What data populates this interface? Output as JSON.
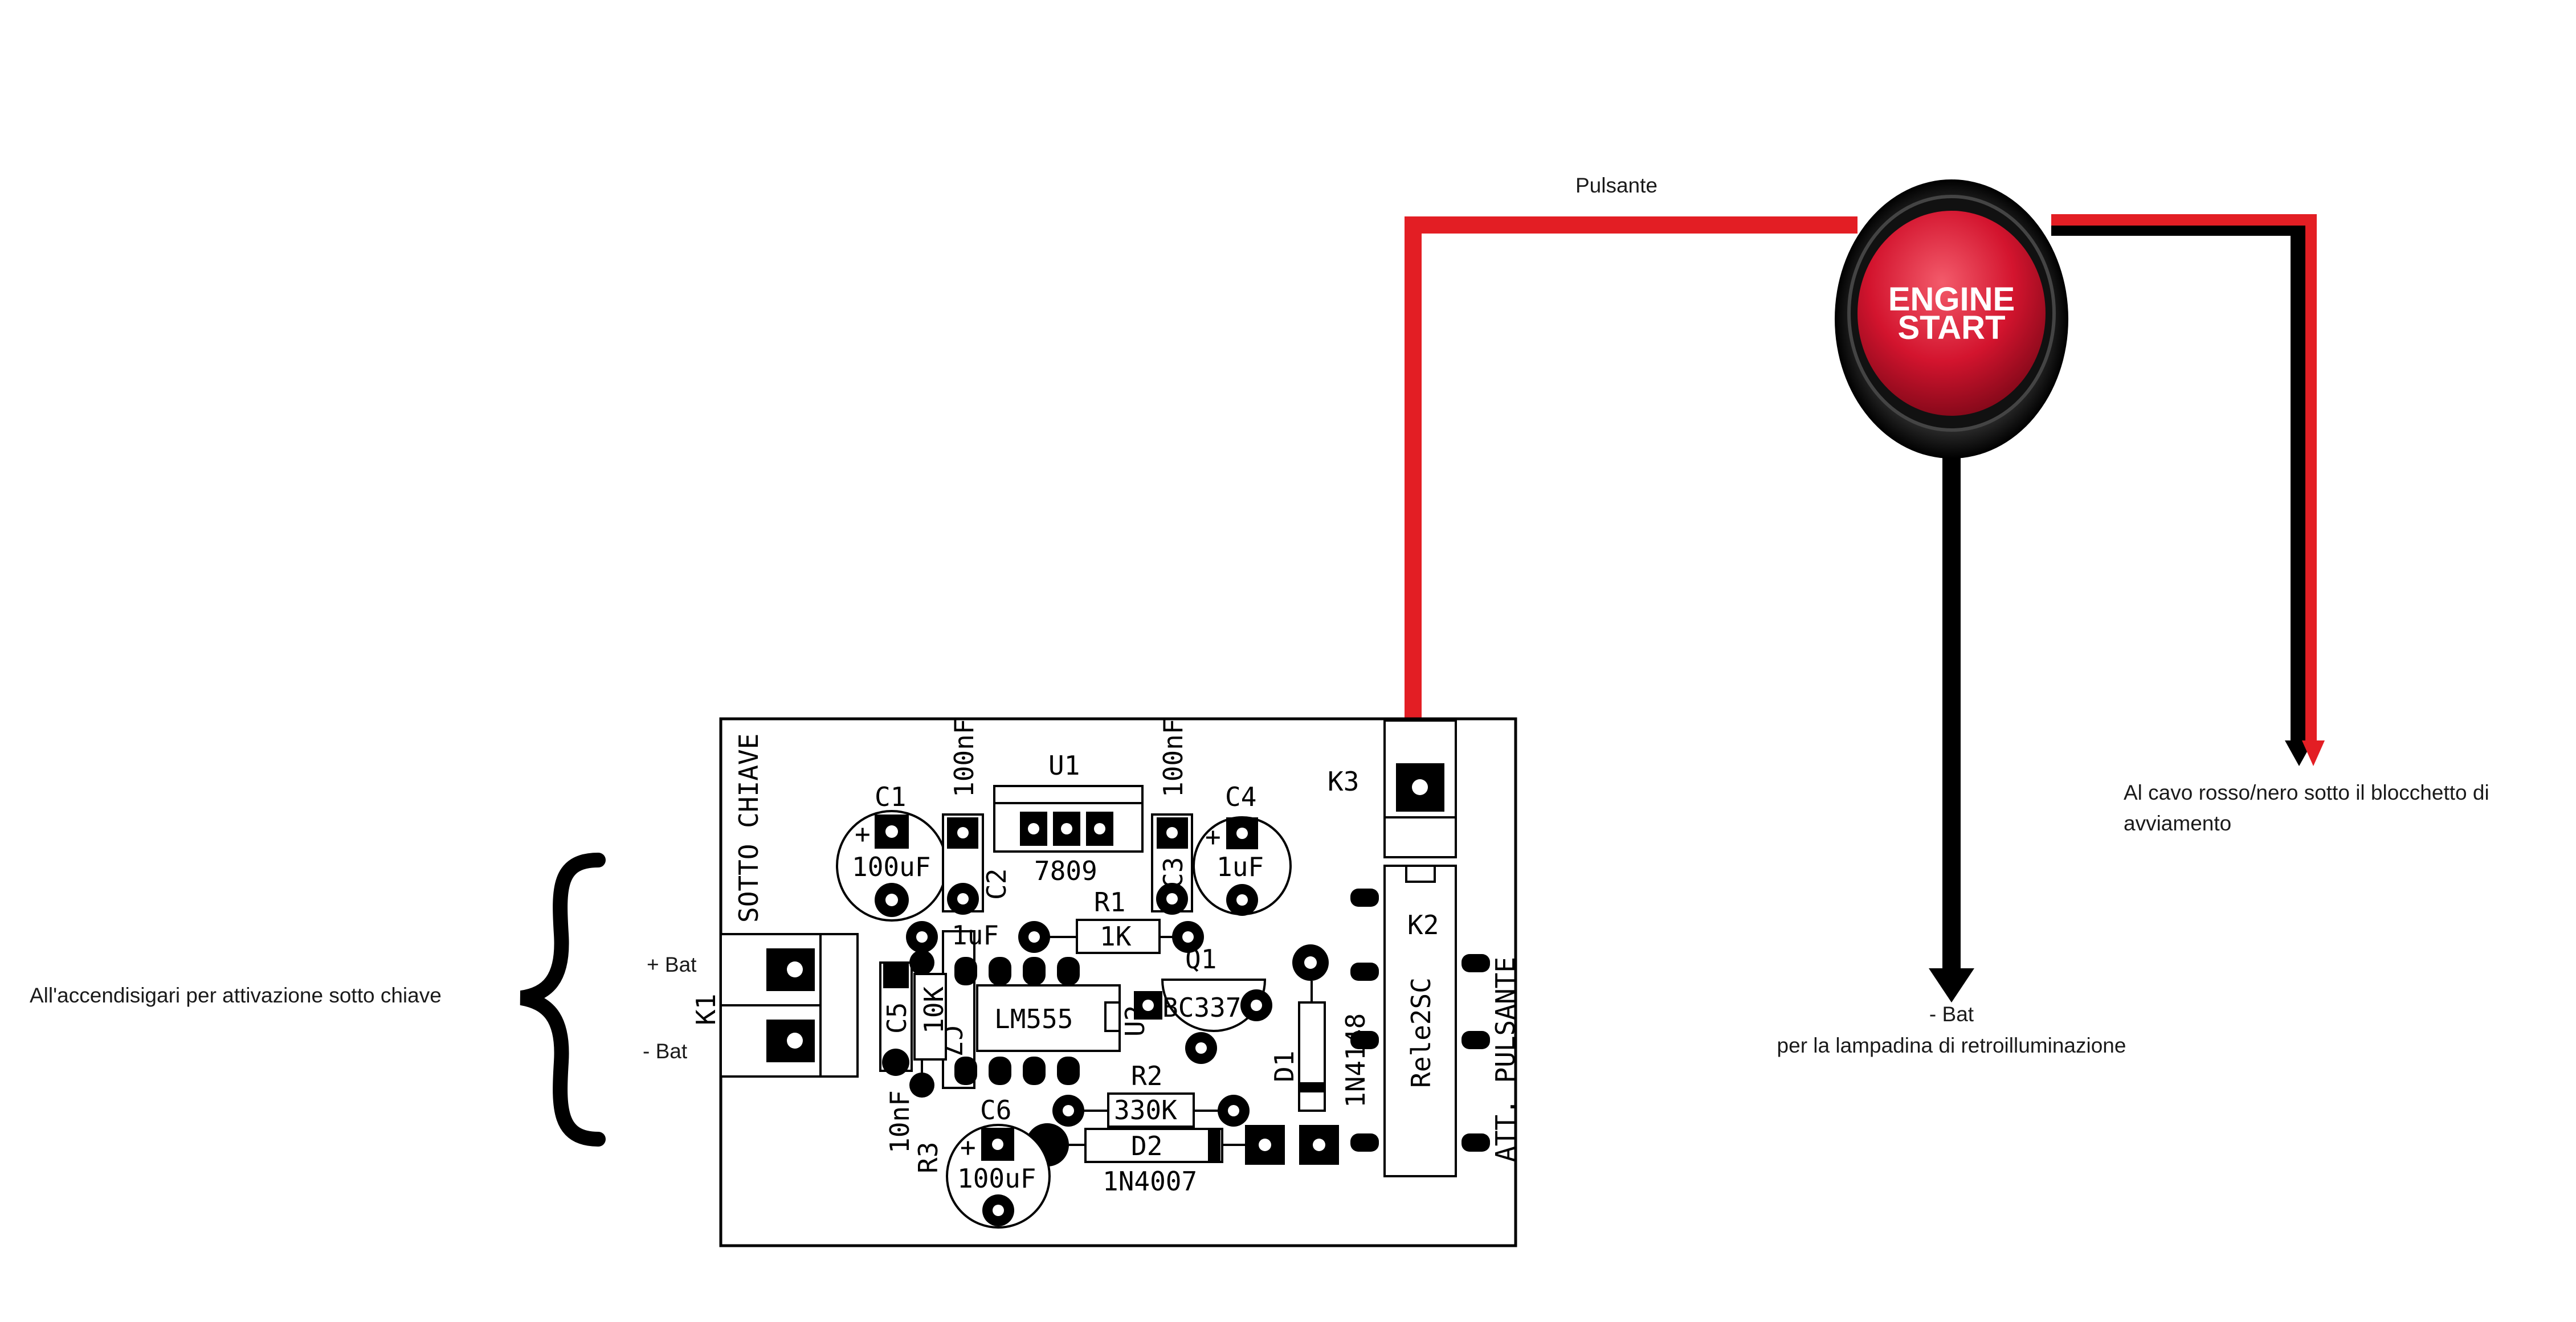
{
  "annotations": {
    "pulsante": "Pulsante",
    "accendisigari": "All'accendisigari per attivazione sotto chiave",
    "plus_bat": "+ Bat",
    "minus_bat": "- Bat",
    "cavo_line1": "Al cavo rosso/nero sotto il blocchetto di",
    "cavo_line2": "avviamento",
    "bat_neg": "- Bat",
    "lampadina": "per la lampadina di retroilluminazione"
  },
  "button": {
    "line1": "ENGINE",
    "line2": "START"
  },
  "board": {
    "sotto_chiave": "SOTTO CHIAVE",
    "att_pulsante": "ATT. PULSANTE",
    "k1": "K1",
    "k2": "K2",
    "k3": "K3",
    "rele": "Rele2SC",
    "u1": "U1",
    "u1_part": "7809",
    "u2": "U2",
    "u2_part": "LM555",
    "c1": "C1",
    "c1_val": "100uF",
    "c2": "C2",
    "c2_val": "100nF",
    "c3": "C3",
    "c3_val": "100nF",
    "c4": "C4",
    "c4_val": "1uF",
    "c5": "C5",
    "c5_val": "10nF",
    "c6": "C6",
    "c6_val": "100uF",
    "c7": "C7",
    "c7_val": "1uF",
    "r1": "R1",
    "r1_val": "1K",
    "r2": "R2",
    "r2_val": "330K",
    "r3": "R3",
    "r3_val": "10K",
    "q1": "Q1",
    "q1_part": "BC337",
    "d1": "D1",
    "d1_part": "1N4148",
    "d2": "D2",
    "d2_part": "1N4007",
    "plus_sign": "+"
  },
  "colors": {
    "wire_red": "#e31e24",
    "wire_black": "#000000",
    "button_red": "#d3142e"
  }
}
